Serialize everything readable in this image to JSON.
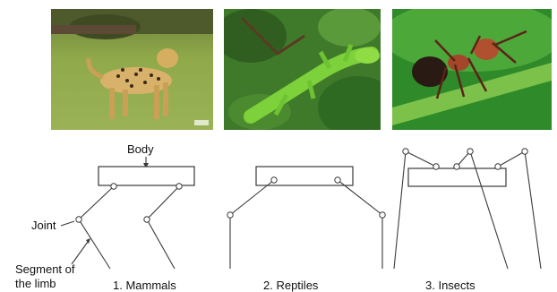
{
  "photos": [
    {
      "subject": "cheetah",
      "alt": "cheetah photo"
    },
    {
      "subject": "lizard",
      "alt": "green lizard photo"
    },
    {
      "subject": "ant",
      "alt": "ant photo"
    }
  ],
  "labels": {
    "body": "Body",
    "joint": "Joint",
    "segment_line1": "Segment of",
    "segment_line2": "the limb"
  },
  "captions": {
    "mammals": "1. Mammals",
    "reptiles": "2. Reptiles",
    "insects": "3. Insects"
  }
}
